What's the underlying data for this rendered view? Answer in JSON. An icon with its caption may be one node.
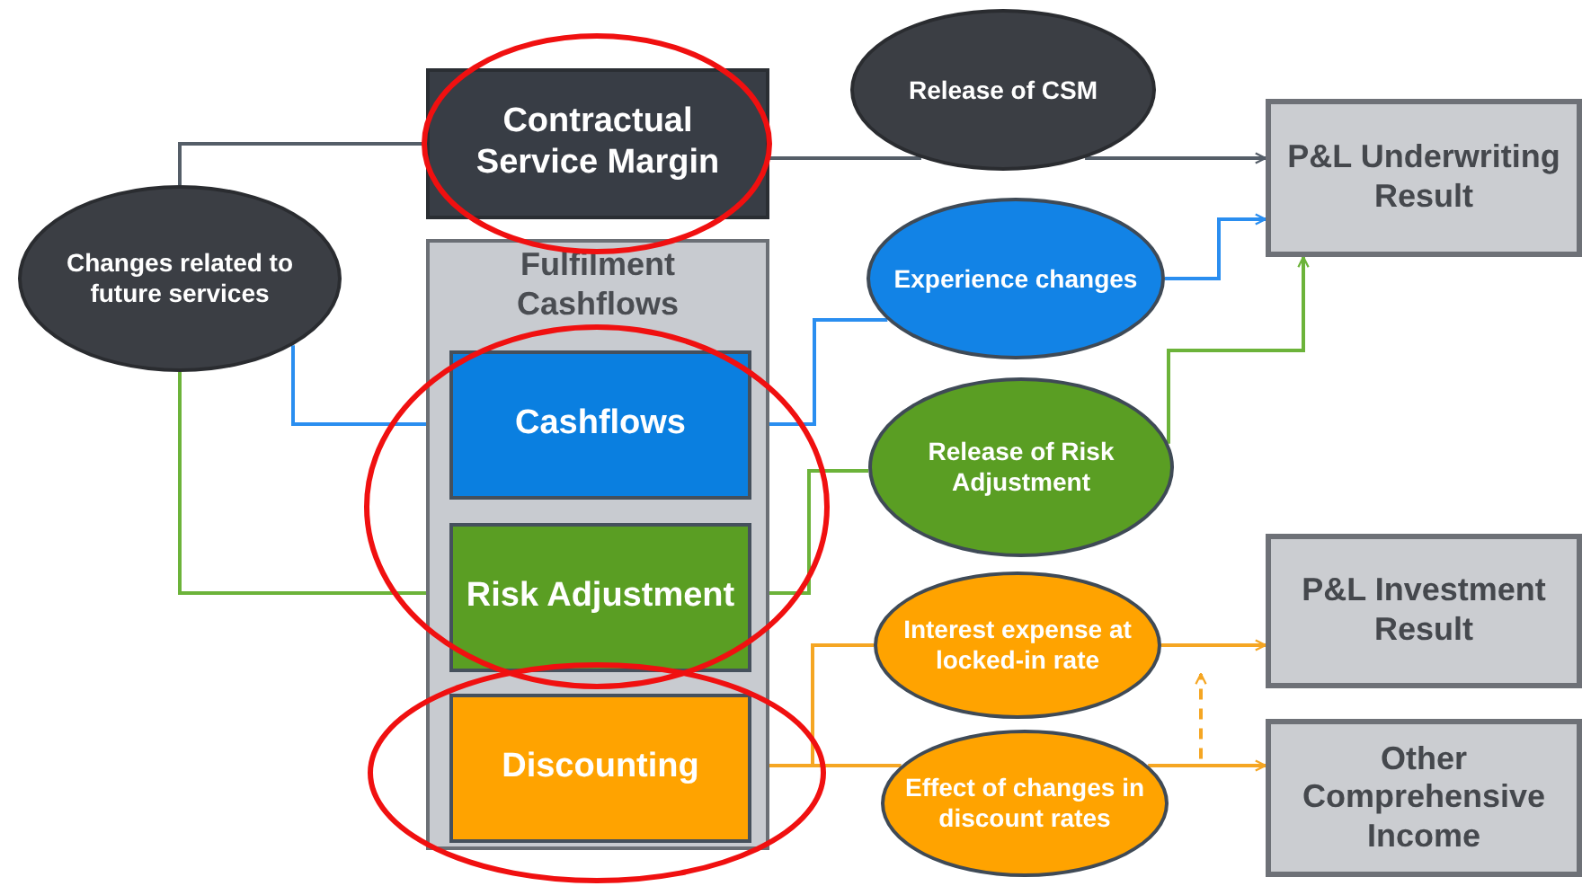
{
  "diagram": {
    "nodes": [
      {
        "text": [
          "Contractual Service Margin"
        ]
      },
      {
        "text": [
          "Fulfilment Cashflows"
        ]
      },
      {
        "text": [
          "Cashflows"
        ],
        "in": 1
      },
      {
        "text": [
          "Risk Adjustment"
        ],
        "in": 1
      },
      {
        "text": [
          "Discounting"
        ],
        "in": 1
      },
      {
        "text": [
          "Changes related to future services"
        ]
      },
      {
        "text": [
          "Release of CSM"
        ]
      },
      {
        "text": [
          "Experience changes"
        ]
      },
      {
        "text": [
          "Release of Risk Adjustment"
        ]
      },
      {
        "text": [
          "Interest expense at locked-in rate"
        ]
      },
      {
        "text": [
          "Effect of changes in discount rates"
        ]
      },
      {
        "text": [
          "P&L Underwriting Result"
        ]
      },
      {
        "text": [
          "P&L Investment Result"
        ]
      },
      {
        "text": [
          "Other Comprehensive Income"
        ]
      }
    ],
    "edges": [
      {
        "from": 5,
        "to": 0,
        "arrow": "none",
        "color": "#555e68"
      },
      {
        "from": 5,
        "to": 2,
        "arrow": "none",
        "color": "#2a8ef0"
      },
      {
        "from": 5,
        "to": 3,
        "arrow": "none",
        "color": "#6cb33a"
      },
      {
        "from": 0,
        "to": 6,
        "arrow": "none",
        "color": "#555e68"
      },
      {
        "from": 6,
        "to": 11,
        "arrow": "to",
        "color": "#555e68"
      },
      {
        "from": 2,
        "to": 7,
        "arrow": "none",
        "color": "#2a8ef0"
      },
      {
        "from": 7,
        "to": 11,
        "arrow": "to",
        "color": "#2a8ef0"
      },
      {
        "from": 3,
        "to": 8,
        "arrow": "none",
        "color": "#6cb33a"
      },
      {
        "from": 8,
        "to": 11,
        "arrow": "to",
        "color": "#6cb33a"
      },
      {
        "from": 4,
        "to": 9,
        "arrow": "none",
        "color": "#f5a623"
      },
      {
        "from": 4,
        "to": 10,
        "arrow": "none",
        "color": "#f5a623"
      },
      {
        "from": 9,
        "to": 12,
        "arrow": "to",
        "color": "#f5a623"
      },
      {
        "from": 10,
        "to": 13,
        "arrow": "to",
        "color": "#f5a623"
      },
      {
        "from": 10,
        "to": 9,
        "arrow": "to",
        "style": "dashed",
        "color": "#f5a623"
      }
    ]
  }
}
